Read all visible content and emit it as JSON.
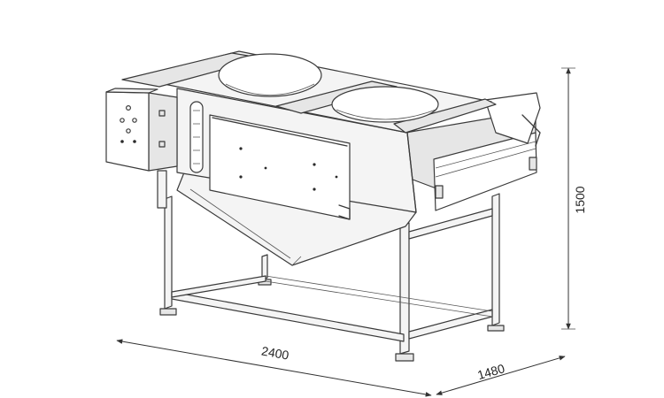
{
  "dimensions": {
    "length": "2400",
    "width": "1480",
    "height": "1500"
  }
}
